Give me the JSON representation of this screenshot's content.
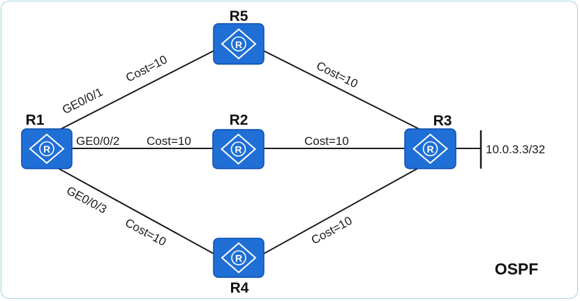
{
  "routers": {
    "r1": {
      "name": "R1"
    },
    "r2": {
      "name": "R2"
    },
    "r3": {
      "name": "R3"
    },
    "r4": {
      "name": "R4"
    },
    "r5": {
      "name": "R5"
    }
  },
  "links": {
    "r1_r5": {
      "interface": "GE0/0/1",
      "cost": "Cost=10"
    },
    "r1_r2": {
      "interface": "GE0/0/2",
      "cost": "Cost=10"
    },
    "r1_r4": {
      "interface": "GE0/0/3",
      "cost": "Cost=10"
    },
    "r5_r3": {
      "cost": "Cost=10"
    },
    "r2_r3": {
      "cost": "Cost=10"
    },
    "r4_r3": {
      "cost": "Cost=10"
    }
  },
  "network": {
    "address": "10.0.3.3/32"
  },
  "protocol": "OSPF",
  "colors": {
    "router_fill": "#1f6fd6",
    "router_border": "#0d4fb0",
    "icon": "#ffffff",
    "line": "#1a1a1a"
  }
}
